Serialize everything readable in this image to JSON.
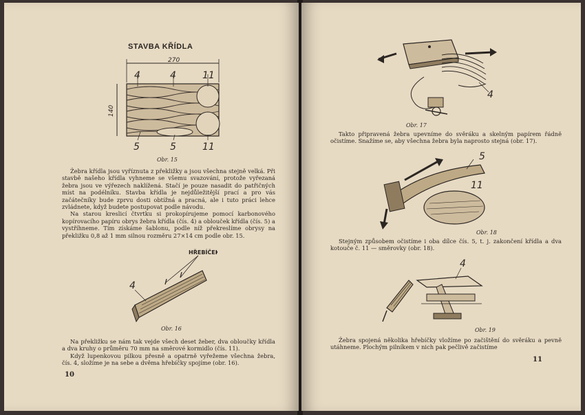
{
  "left_page": {
    "title": "STAVBA KŘÍDLA",
    "fig15": {
      "dimension_top": "270",
      "dimension_side": "140",
      "labels_top": [
        "4",
        "4",
        "11"
      ],
      "labels_bottom": [
        "5",
        "5",
        "11"
      ],
      "caption": "Obr. 15"
    },
    "paragraph1": "Žebra křídla jsou vyříznuta z překližky a jsou všechna stejně velká. Při stavbě našeho křídla vyhneme se všemu svazování, protože vyřezaná žebra jsou ve výřezech naklížená. Stačí je pouze nasadit do patřičných míst na podélníku. Stavba křídla je nejdůležitější prací a pro vás začátečníky bude zprvu dosti obtížná a pracná, ale i tuto práci lehce zvládnete, když budete postupovat podle návodu.",
    "paragraph2": "Na starou kreslicí čtvrtku si prokopírujeme pomocí karbonového kopírovacího papíru obrys žebra křídla (čís. 4) a oblouček křídla (čís. 5) a vystříhneme. Tím získáme šablonu, podle níž překreslíme obrysy na překližku 0,8 až 1 mm silnou rozměru 27×14 cm podle obr. 15.",
    "fig16": {
      "label_top": "HŘEBÍČEK",
      "label_number": "4",
      "caption": "Obr. 16"
    },
    "paragraph3": "Na překližku se nám tak vejde všech deset žeber, dva obloučky křídla a dva kruhy o průměru 70 mm na směrové kormidlo (čís. 11).",
    "paragraph4": "Když lupenkovou pilkou přesně a opatrně vyřežeme všechna žebra, čís. 4, složíme je na sebe a dvěma hřebíčky spojíme (obr. 16).",
    "page_number": "10"
  },
  "right_page": {
    "fig17": {
      "label_number": "4",
      "caption": "Obr. 17"
    },
    "paragraph1": "Takto připravená žebra upevníme do svěráku a skelným papírem řádně očistíme. Snažíme se, aby všechna žebra byla naprosto stejná (obr. 17).",
    "fig18": {
      "label_5": "5",
      "label_11": "11",
      "caption": "Obr. 18"
    },
    "paragraph2": "Stejným způsobem očistíme i oba dílce čís. 5, t. j. zakončení křídla a dva kotouče č. 11 — směrovky (obr. 18).",
    "fig19": {
      "label_number": "4",
      "caption": "Obr. 19"
    },
    "paragraph3": "Žebra spojená několika hřebíčky vložíme po začištění do svěráku a pevně utáhneme. Plochým pilníkem v nich pak pečlivě začistíme",
    "page_number": "11"
  },
  "colors": {
    "paper": "#e7dac3",
    "ink": "#2b2622",
    "binding": "#1f1a18"
  }
}
